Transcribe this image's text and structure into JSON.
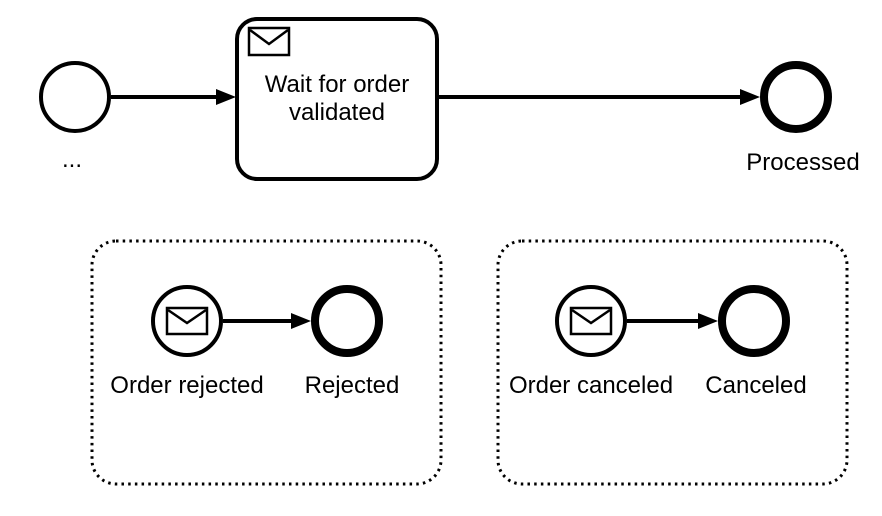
{
  "diagram": {
    "kind": "bpmn-process",
    "colors": {
      "background": "#ffffff",
      "stroke": "#000000",
      "text": "#000000"
    },
    "main_process": {
      "start_event": {
        "label": "..."
      },
      "task": {
        "icon": "message-envelope-icon",
        "label_lines": [
          "Wait for order",
          "validated"
        ]
      },
      "end_event": {
        "label": "Processed"
      }
    },
    "event_subprocesses": [
      {
        "start_event": {
          "label": "Order rejected",
          "icon": "message-envelope-icon"
        },
        "end_event": {
          "label": "Rejected"
        }
      },
      {
        "start_event": {
          "label": "Order canceled",
          "icon": "message-envelope-icon"
        },
        "end_event": {
          "label": "Canceled"
        }
      }
    ]
  }
}
